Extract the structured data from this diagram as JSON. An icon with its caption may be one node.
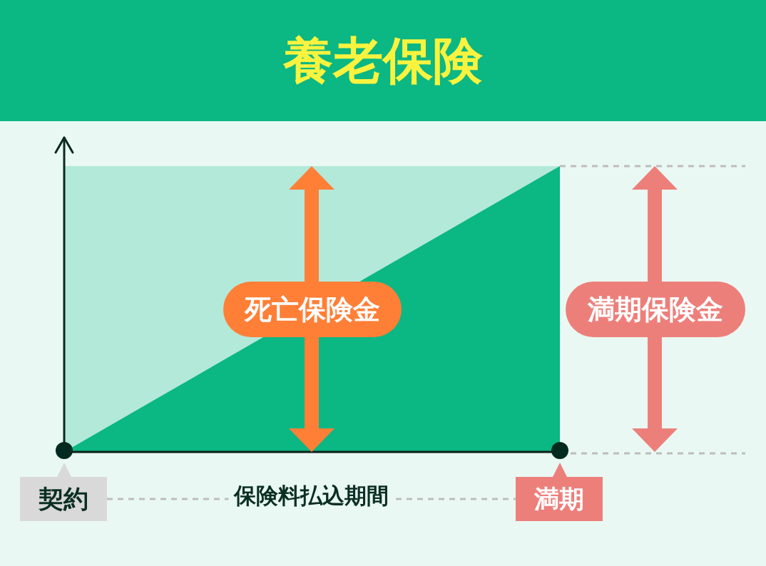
{
  "diagram": {
    "title": "養老保険",
    "nodes": [
      {
        "text": [
          "死亡保険金"
        ]
      },
      {
        "text": [
          "満期保険金"
        ]
      },
      {
        "text": [
          "契約"
        ]
      },
      {
        "text": [
          "満期"
        ]
      }
    ],
    "edges": [
      {
        "from": 2,
        "to": 3,
        "arrow": "none",
        "style": "dashed",
        "label": "保険料払込期間"
      }
    ]
  }
}
